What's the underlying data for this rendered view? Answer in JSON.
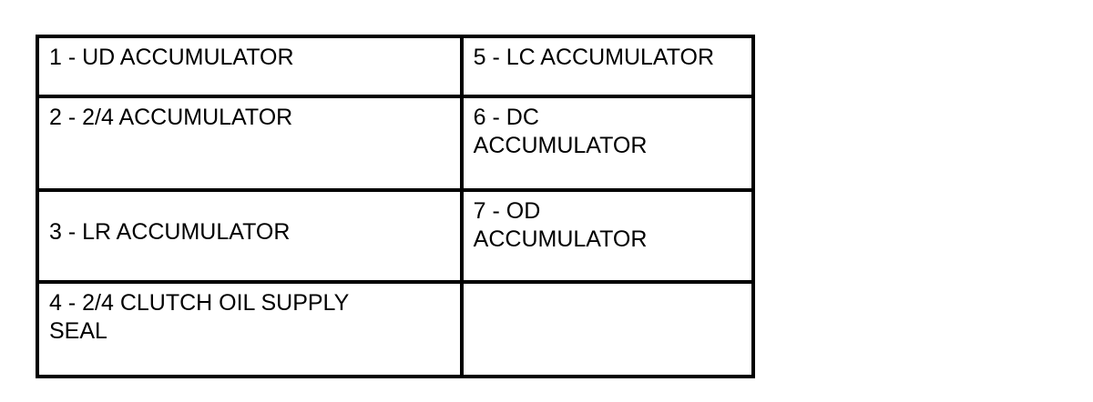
{
  "legend": {
    "rows": [
      {
        "left": "1 - UD ACCUMULATOR",
        "right": "5 - LC ACCUMULATOR"
      },
      {
        "left": "2 - 2/4 ACCUMULATOR",
        "right": "6 - DC ACCUMULATOR"
      },
      {
        "left": "3 - LR ACCUMULATOR",
        "right": "7 - OD ACCUMULATOR"
      },
      {
        "left": "4 - 2/4 CLUTCH OIL SUPPLY SEAL",
        "right": ""
      }
    ]
  }
}
